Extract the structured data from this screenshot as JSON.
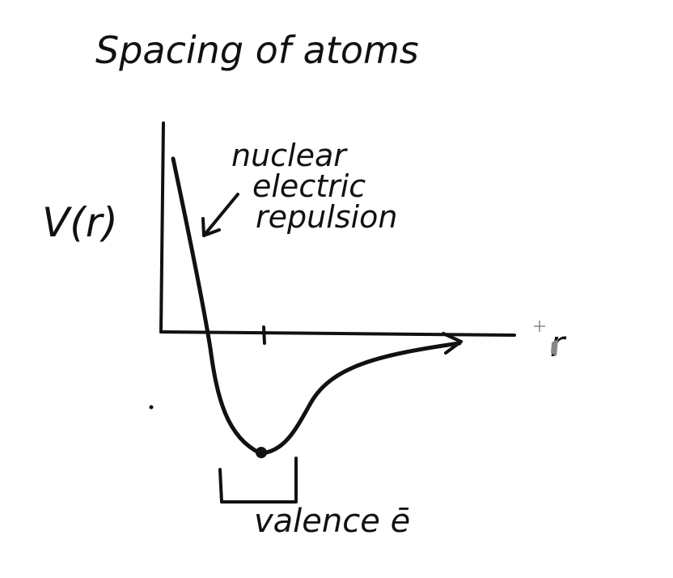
{
  "diagram": {
    "title": "Spacing of atoms",
    "y_axis_label": "V(r)",
    "x_axis_label": "r",
    "annotation_repulsion": [
      "nuclear",
      "electric",
      "repulsion"
    ],
    "annotation_valence": "valence ē",
    "ink_color": "#111111",
    "cursor_color": "#888888"
  }
}
